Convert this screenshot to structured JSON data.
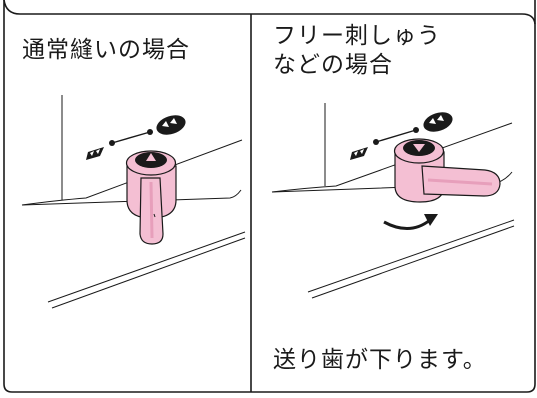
{
  "panels": {
    "left": {
      "title": "通常縫いの場合"
    },
    "right": {
      "title_line1": "フリー刺しゅう",
      "title_line2": "などの場合",
      "caption": "送り歯が下ります。"
    }
  },
  "colors": {
    "outline": "#1a1a1a",
    "knob_pink": "#f4bfd3",
    "knob_shadow": "#e79fbb",
    "background": "#ffffff"
  },
  "icons": {
    "lowered_feed_dog": "single-dog-symbol",
    "raised_feed_dog": "double-dog-symbol",
    "rotation": "curved-arrow-icon"
  }
}
